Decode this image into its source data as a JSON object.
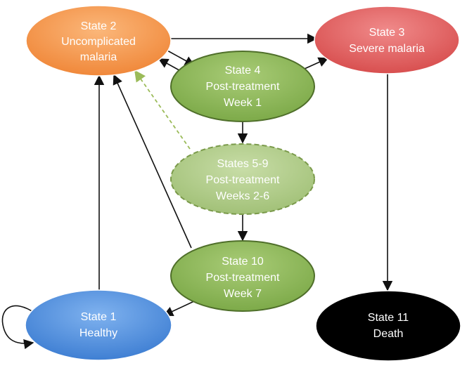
{
  "nodes": {
    "state2": {
      "line1": "State 2",
      "line2": "Uncomplicated",
      "line3": "malaria"
    },
    "state3": {
      "line1": "State 3",
      "line2": "Severe malaria"
    },
    "state4": {
      "line1": "State 4",
      "line2": "Post-treatment",
      "line3": "Week 1"
    },
    "states5_9": {
      "line1": "States 5-9",
      "line2": "Post-treatment",
      "line3": "Weeks 2-6"
    },
    "state10": {
      "line1": "State 10",
      "line2": "Post-treatment",
      "line3": "Week 7"
    },
    "state1": {
      "line1": "State 1",
      "line2": "Healthy"
    },
    "state11": {
      "line1": "State 11",
      "line2": "Death"
    }
  },
  "colors": {
    "state2_fill": "#f79646",
    "state3_fill": "#e06666",
    "state4_fill": "#8fb85a",
    "states5_9_fill": "#b3cd8a",
    "state10_fill": "#8fb85a",
    "state1_fill": "#4f8fdf",
    "state11_fill": "#000000",
    "text_light": "#ffffff",
    "dashed_edge": "#9bbb59",
    "edge": "#111111"
  }
}
